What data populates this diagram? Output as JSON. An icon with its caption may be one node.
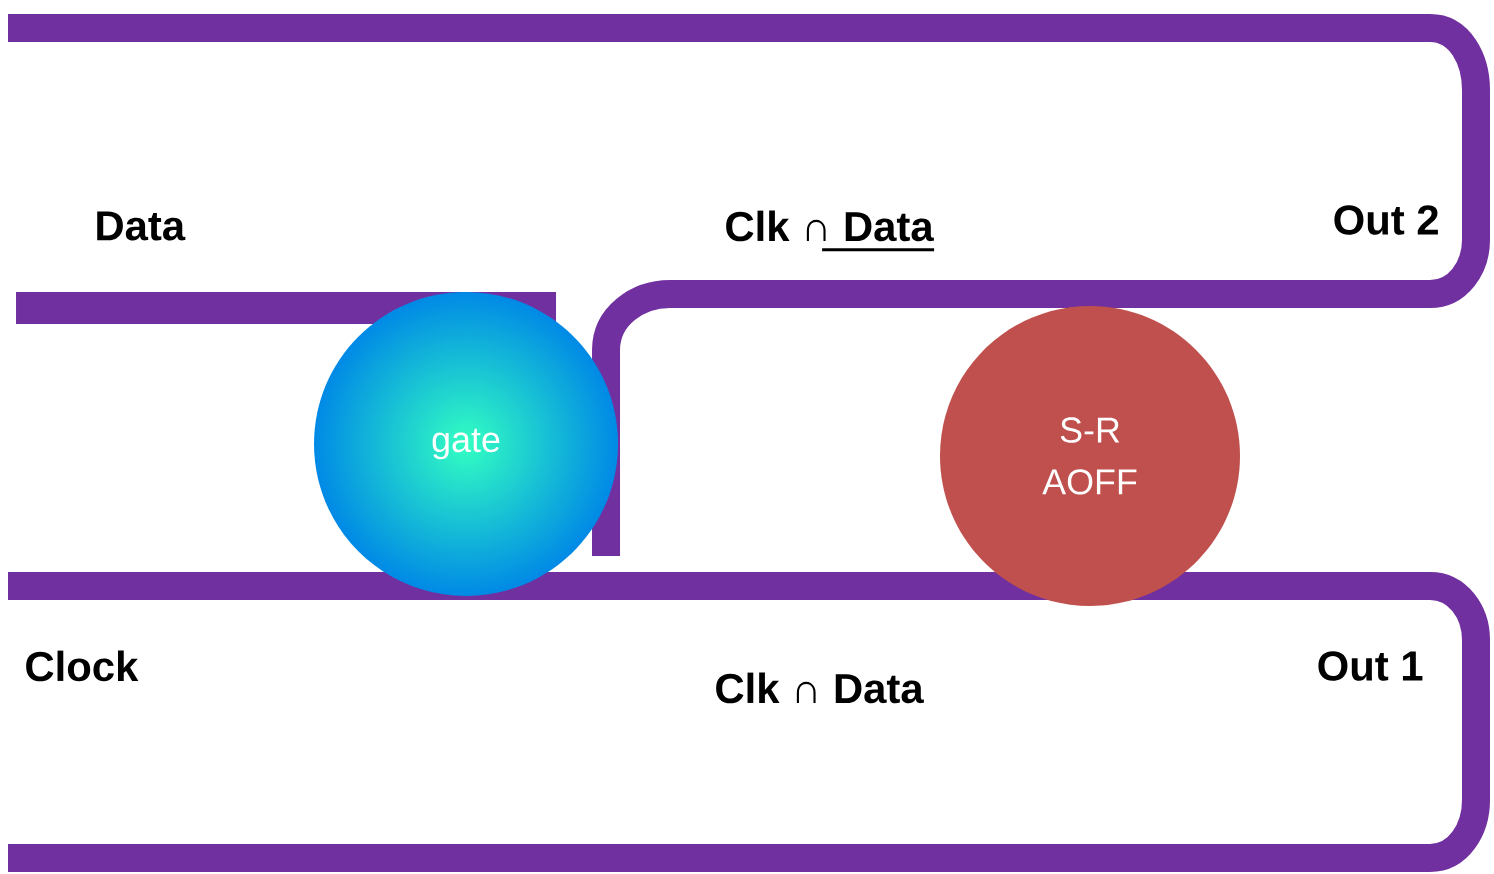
{
  "diagram": {
    "nodes": [
      {
        "text": [
          "gate"
        ]
      },
      {
        "text": [
          "S-R AOFF"
        ]
      }
    ],
    "labels": [
      "Data",
      "Clk ∩ Data",
      "Out 2",
      "Clock",
      "Clk ∩ Data",
      "Out 1"
    ]
  }
}
